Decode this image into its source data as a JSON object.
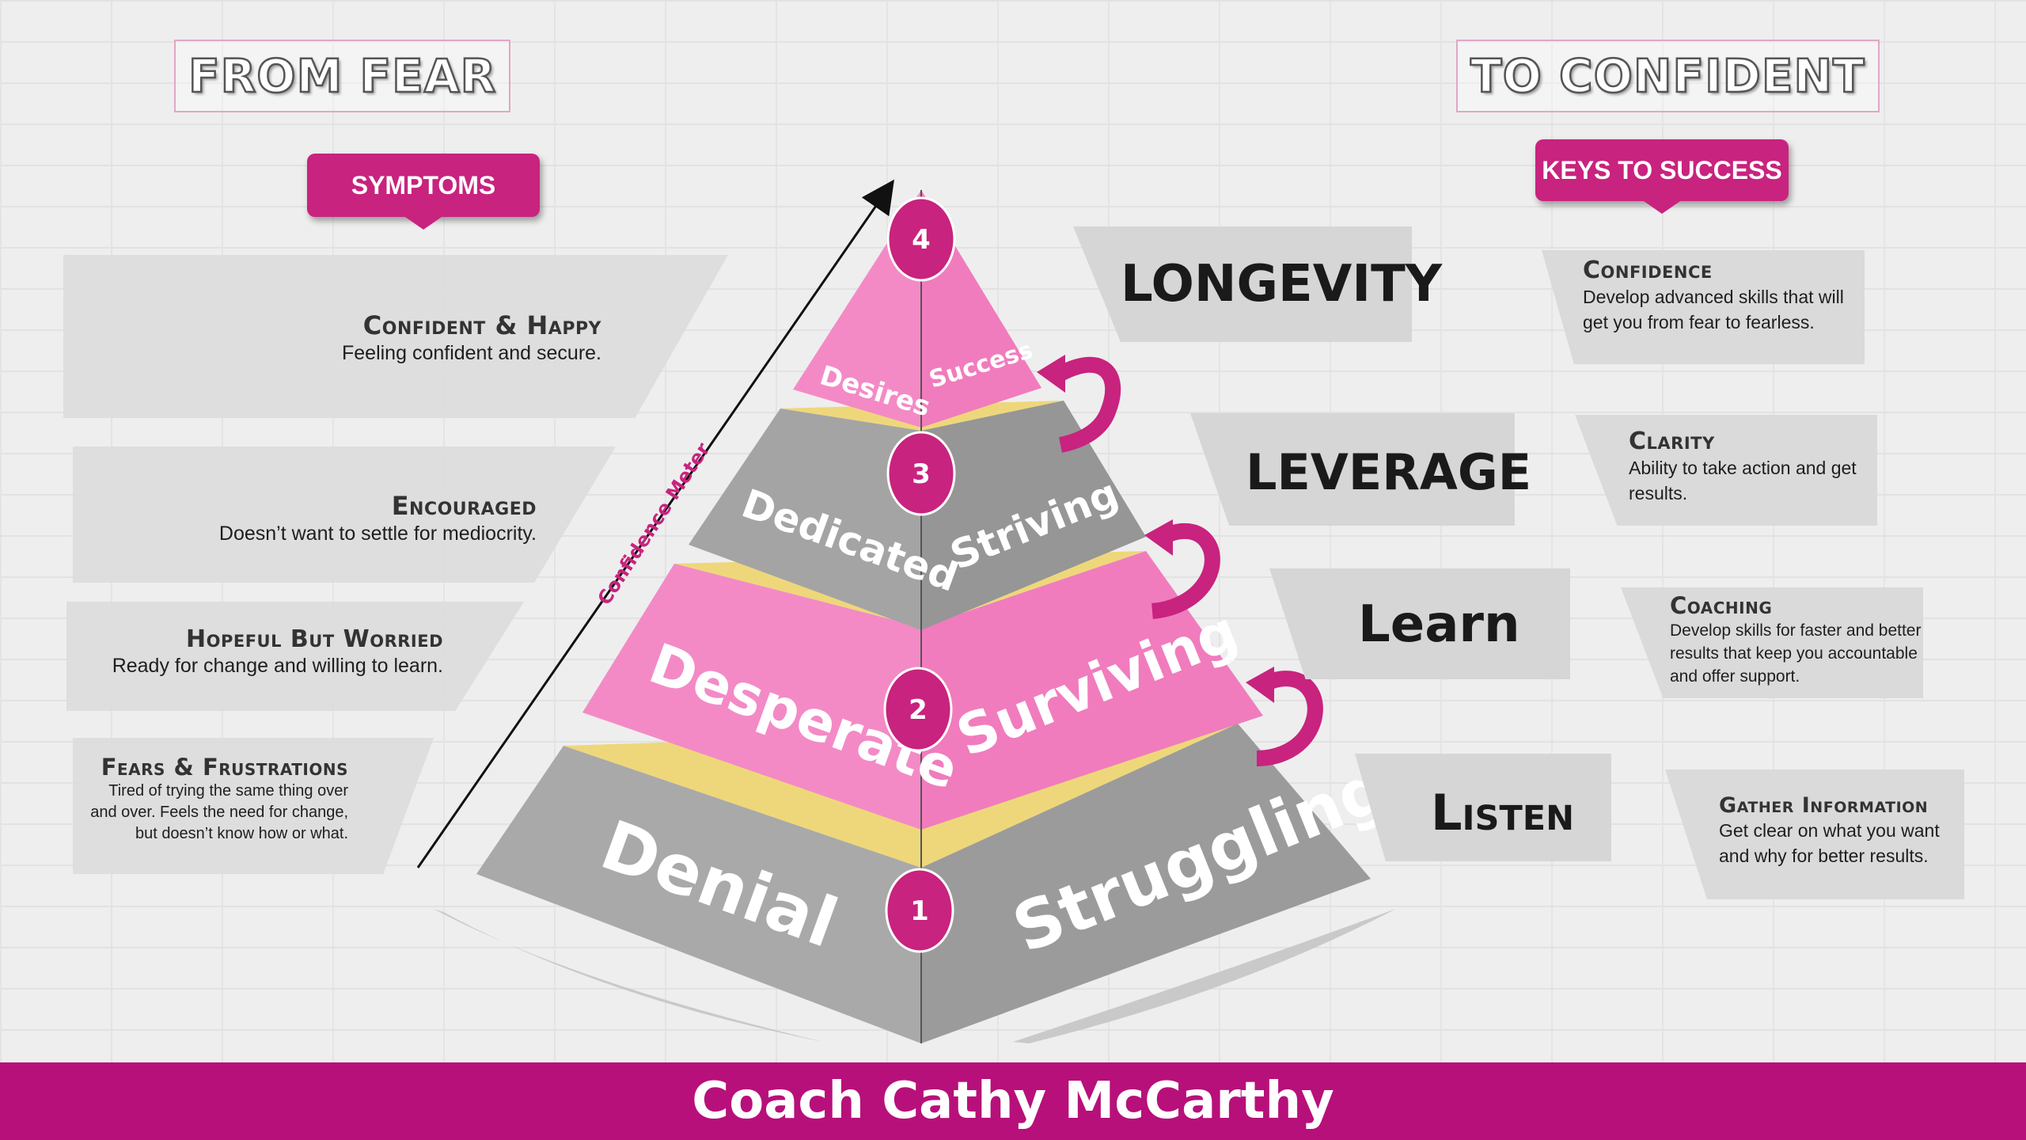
{
  "titles": {
    "left": "FROM FEAR",
    "right": "TO CONFIDENT"
  },
  "callouts": {
    "symptoms": "SYMPTOMS",
    "keys": "KEYS TO SUCCESS"
  },
  "symptoms": [
    {
      "heading": "Confident & Happy",
      "desc": "Feeling confident and secure."
    },
    {
      "heading": "Encouraged",
      "desc": "Doesn’t want to settle for mediocrity."
    },
    {
      "heading": "Hopeful But Worried",
      "desc": "Ready for change and willing to learn."
    },
    {
      "heading": "Fears & Frustrations",
      "desc": "Tired of trying the same thing over and over. Feels the need for change, but doesn’t know how or what."
    }
  ],
  "pyramid": {
    "meter_label": "Confidence Meter",
    "levels": [
      {
        "number": "4",
        "left": "Desires",
        "right": "Success"
      },
      {
        "number": "3",
        "left": "Dedicated",
        "right": "Striving"
      },
      {
        "number": "2",
        "left": "Desperate",
        "right": "Surviving"
      },
      {
        "number": "1",
        "left": "Denial",
        "right": "Struggling"
      }
    ]
  },
  "stages": [
    "LONGEVITY",
    "LEVERAGE",
    "Learn",
    "Listen"
  ],
  "keys": [
    {
      "heading": "Confidence",
      "desc": "Develop advanced skills that will get you from fear to fearless."
    },
    {
      "heading": "Clarity",
      "desc": "Ability to take action and get  results."
    },
    {
      "heading": "Coaching",
      "desc": "Develop skills for faster and better results that keep you accountable and offer support."
    },
    {
      "heading": "Gather Information",
      "desc": "Get clear on what you want and why for better results."
    }
  ],
  "footer": "Coach Cathy McCarthy",
  "colors": {
    "magenta": "#c8237e",
    "pink": "#f389c6",
    "gray": "#a8a8a8",
    "yellow": "#eed77a",
    "footer": "#b7107a"
  }
}
